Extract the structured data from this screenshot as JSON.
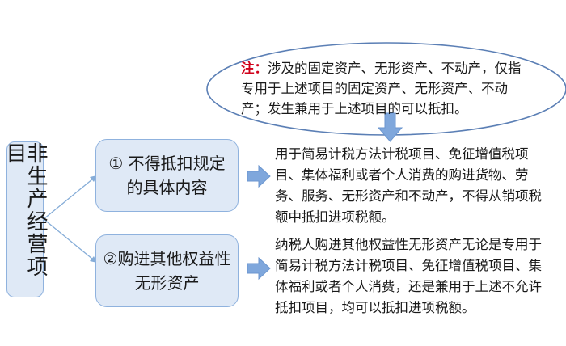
{
  "root": {
    "label": "非生产经营项目"
  },
  "note": {
    "label": "注：",
    "text": "涉及的固定资产、无形资产、不动产，仅指专用于上述项目的固定资产、无形资产、不动产；发生兼用于上述项目的可以抵扣。"
  },
  "items": [
    {
      "title": "① 不得抵扣规定的具体内容",
      "description": "用于简易计税方法计税项目、免征增值税项目、集体福利或者个人消费的购进货物、劳务、服务、无形资产和不动产，不得从销项税额中抵扣进项税额。"
    },
    {
      "title": "②购进其他权益性无形资产",
      "description": "纳税人购进其他权益性无形资产无论是专用于简易计税方法计税项目、免征增值税项目、集体福利或者个人消费，还是兼用于上述不允许抵扣项目，均可以抵扣进项税额。"
    }
  ],
  "colors": {
    "box_fill": "#dfe9f6",
    "box_border": "#8fb2de",
    "arrow": "#7fa7dc",
    "note_label": "#d0021b"
  }
}
